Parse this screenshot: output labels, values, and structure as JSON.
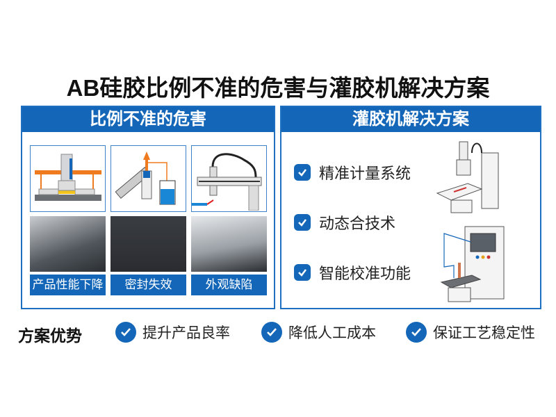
{
  "title": "AB硅胶比例不准的危害与灌胶机解决方案",
  "left_panel": {
    "heading": "比例不准的危害",
    "items": [
      {
        "label": "产品性能下降"
      },
      {
        "label": "密封失效"
      },
      {
        "label": "外观缺陷"
      }
    ]
  },
  "right_panel": {
    "heading": "灌胶机解决方案",
    "features": [
      "精准计量系统",
      "动态合技术",
      "智能校准功能"
    ]
  },
  "advantages": {
    "title": "方案优势",
    "items": [
      "提升产品良率",
      "降低人工成本",
      "保证工艺稳定性"
    ]
  },
  "colors": {
    "brand_blue": "#1467b8",
    "accent_orange": "#f07b1e"
  }
}
